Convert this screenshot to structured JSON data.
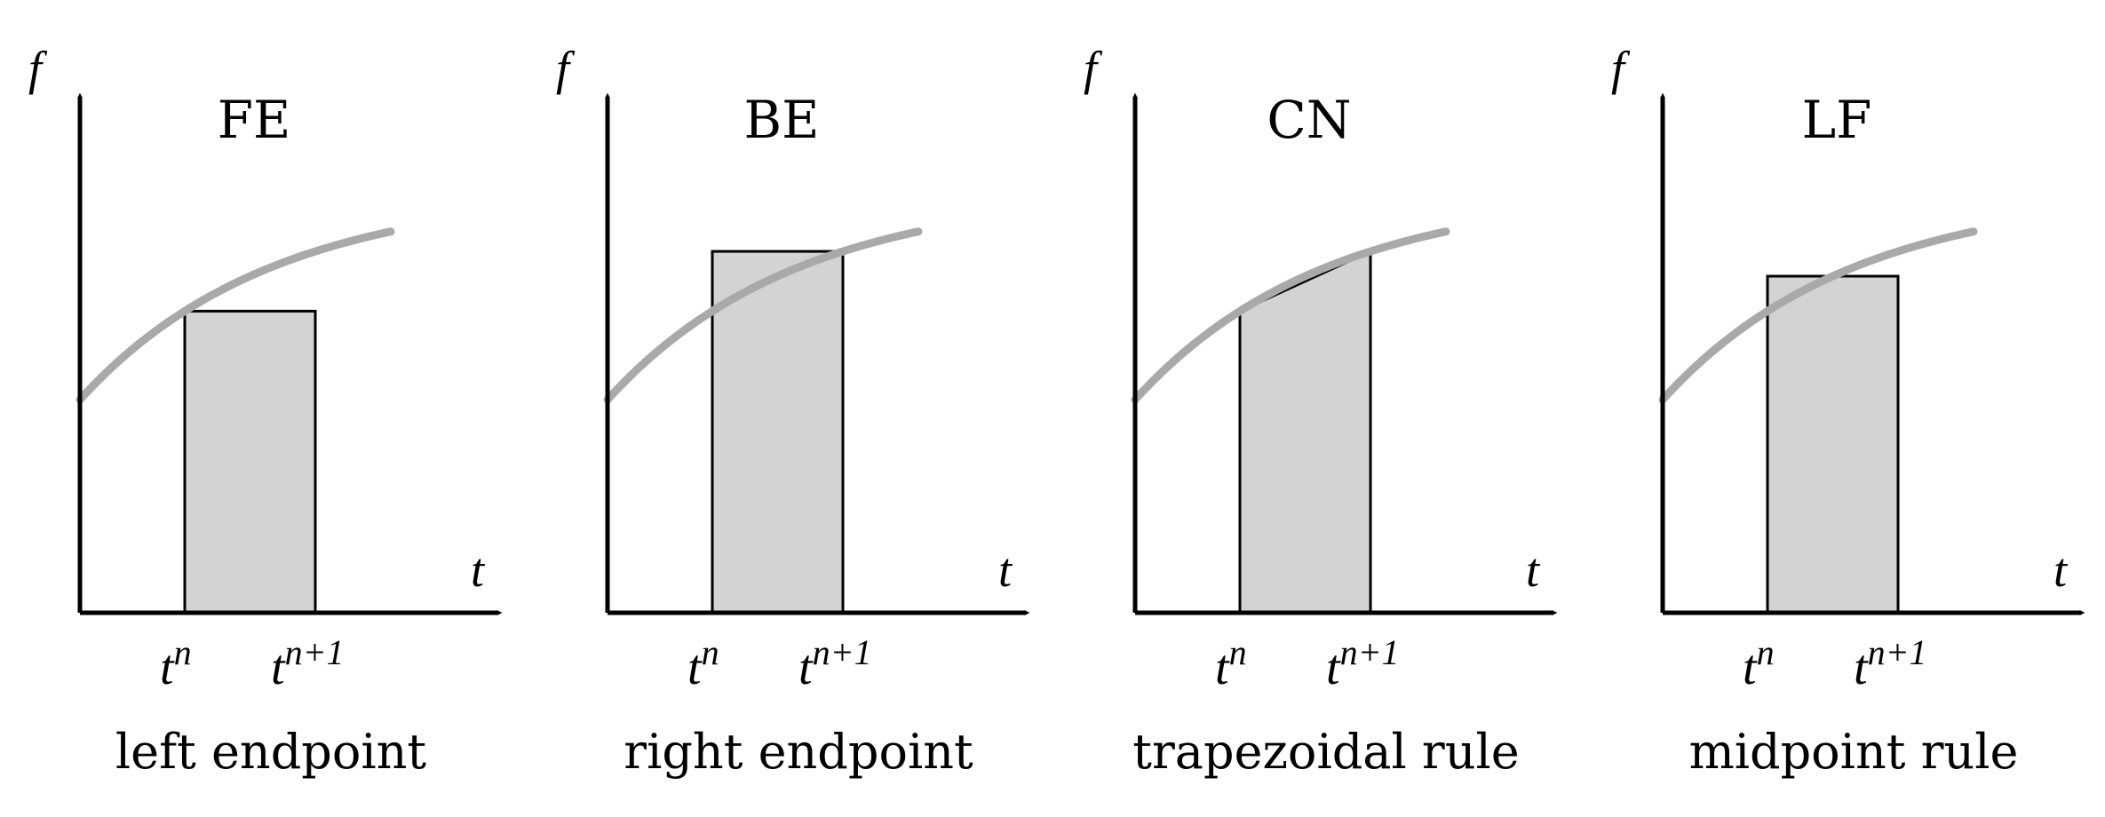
{
  "colors": {
    "axis": "#000000",
    "curve": "#a9a9a9",
    "fill": "#d3d3d3",
    "outline": "#000000",
    "background": "#ffffff"
  },
  "axis_labels": {
    "y": "f",
    "x": "t"
  },
  "tick_labels": {
    "left": "t",
    "left_sup": "n",
    "right": "t",
    "right_sup": "n+1"
  },
  "panels": [
    {
      "id": "fe",
      "title": "FE",
      "caption": "left endpoint",
      "rule": "left"
    },
    {
      "id": "be",
      "title": "BE",
      "caption": "right endpoint",
      "rule": "right"
    },
    {
      "id": "cn",
      "title": "CN",
      "caption": "trapezoidal rule",
      "rule": "trapezoid"
    },
    {
      "id": "lf",
      "title": "LF",
      "caption": "midpoint rule",
      "rule": "midpoint"
    }
  ]
}
